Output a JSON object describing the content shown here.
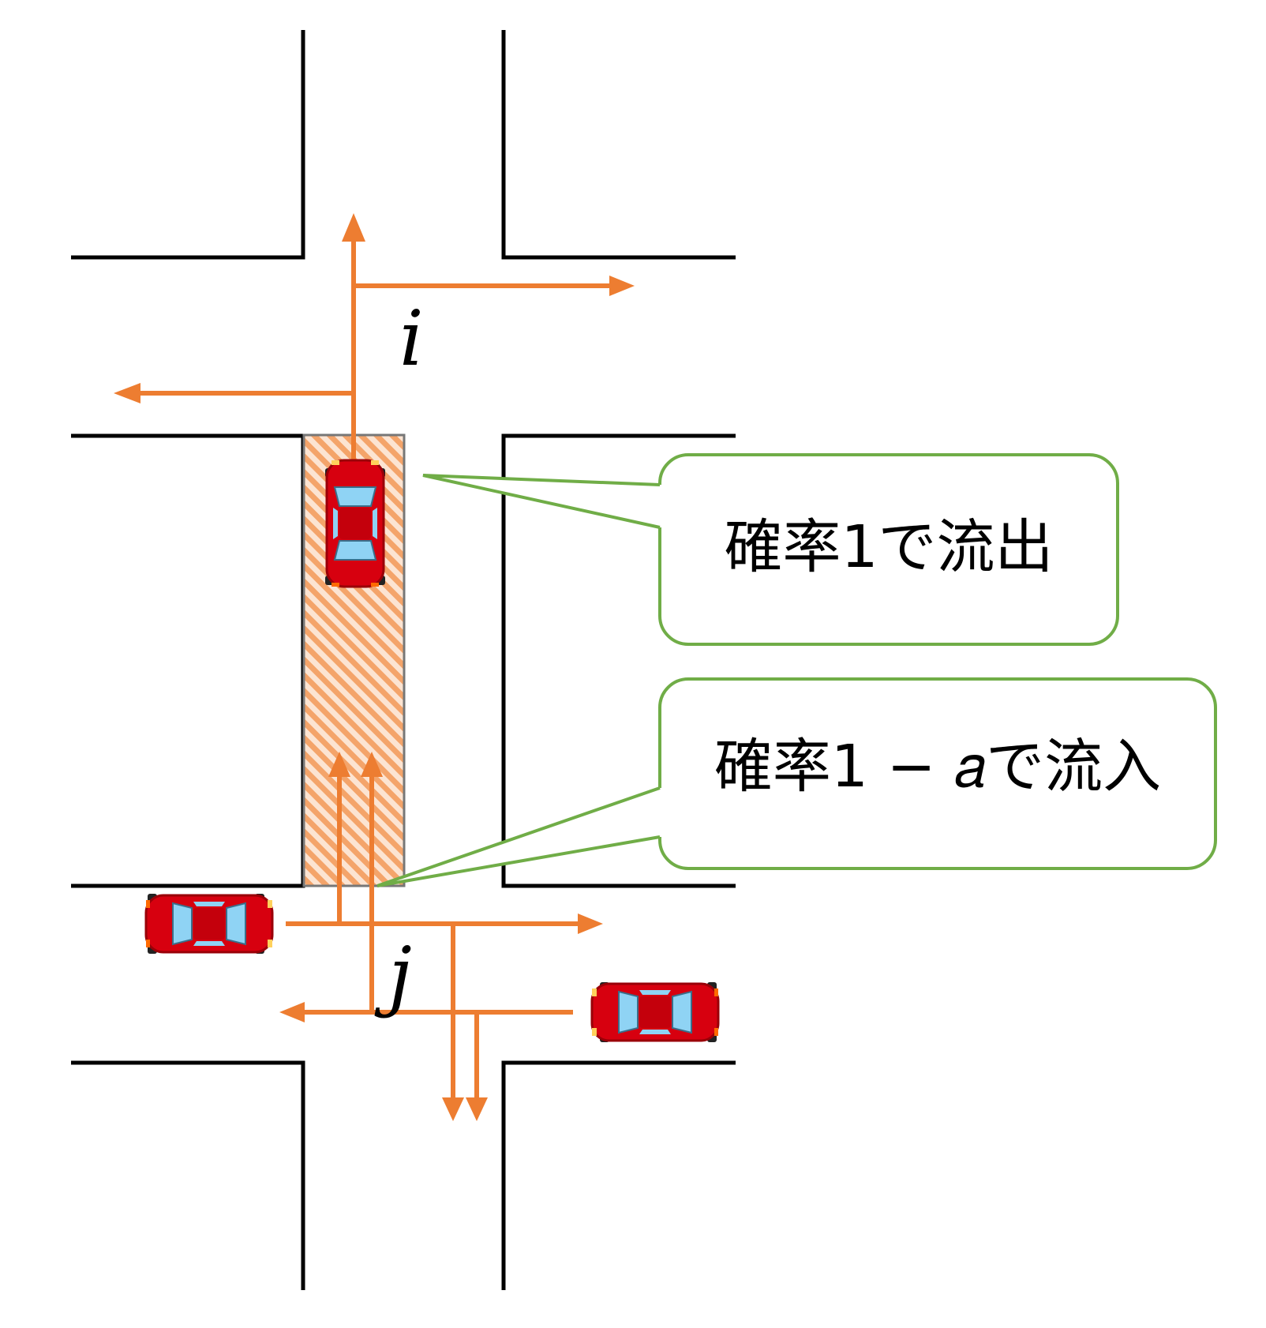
{
  "labels": {
    "node_i": "i",
    "node_j": "j"
  },
  "callouts": {
    "outflow": "確率1で流出",
    "inflow": "確率1 − 𝑎で流入"
  },
  "colors": {
    "arrow": "#ED7D31",
    "callout_border": "#70AD47",
    "road_edge": "#000000",
    "car_body": "#D7000F",
    "car_glass": "#8FD3F4",
    "hatch": "#F4A46A"
  },
  "icons": {
    "car": "car-icon"
  }
}
